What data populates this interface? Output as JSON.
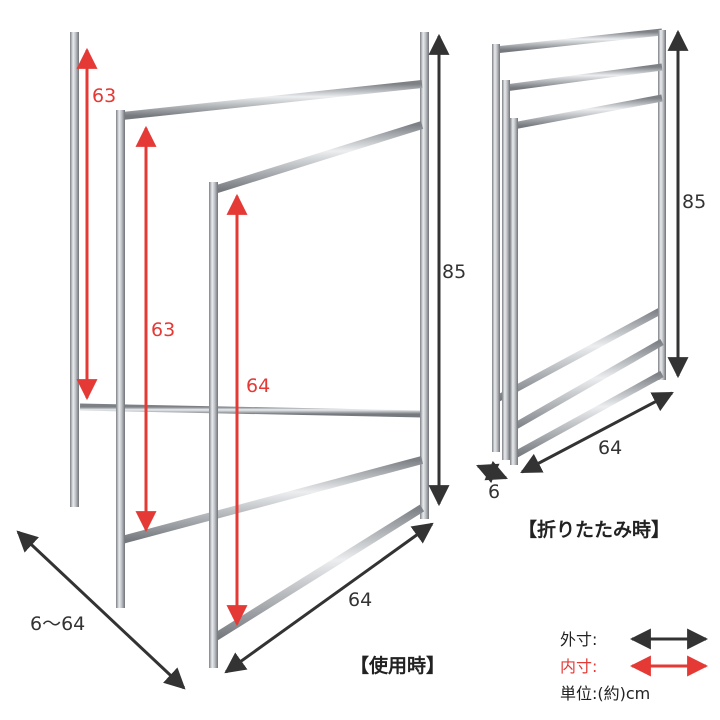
{
  "in_use": {
    "caption": "【使用時】",
    "height_outer": "85",
    "width_outer": "64",
    "depth_outer": "6～64",
    "inner_heights": [
      "63",
      "63",
      "64"
    ]
  },
  "folded": {
    "caption": "【折りたたみ時】",
    "height_outer": "85",
    "width_outer": "64",
    "depth_outer": "6"
  },
  "legend": {
    "outer_label": "外寸:",
    "inner_label": "内寸:",
    "unit_label": "単位:(約)cm"
  },
  "colors": {
    "outer_arrow": "#333333",
    "inner_arrow": "#e53935",
    "steel": "#b9bcc0"
  }
}
